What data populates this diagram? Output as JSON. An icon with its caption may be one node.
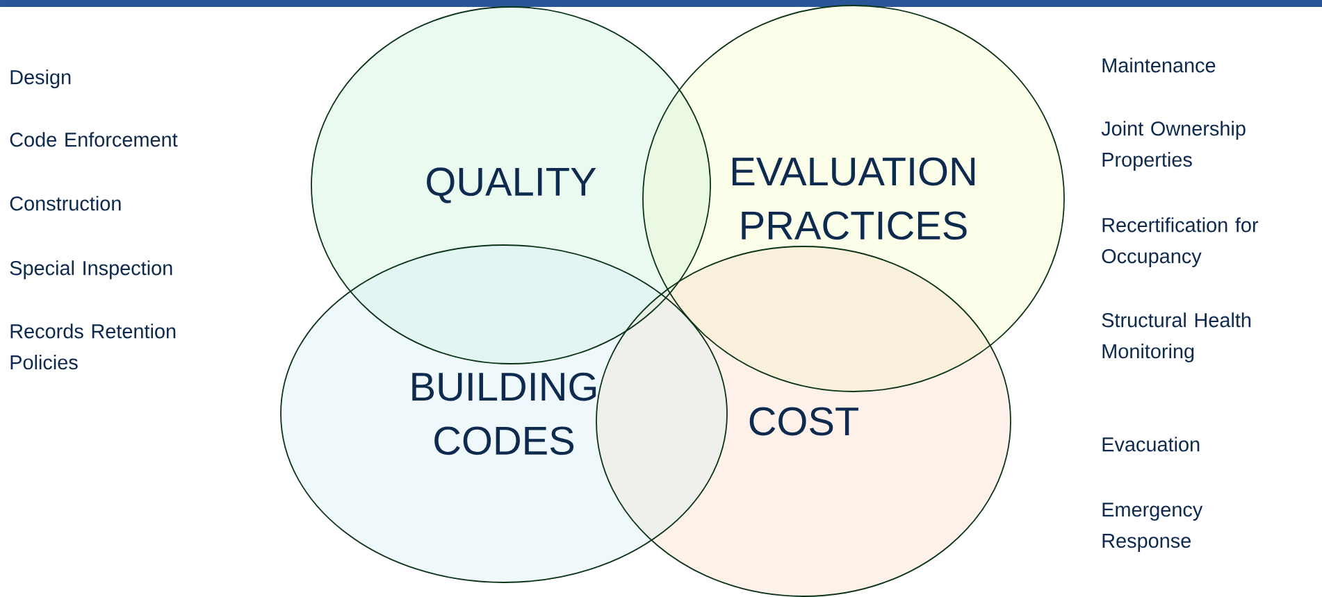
{
  "diagram": {
    "nodes": [
      {
        "text": [
          "QUALITY"
        ]
      },
      {
        "text": [
          "EVALUATION PRACTICES"
        ]
      },
      {
        "text": [
          "BUILDING CODES"
        ]
      },
      {
        "text": [
          "COST"
        ]
      }
    ],
    "labels": [
      "Design",
      "Code Enforcement",
      "Construction",
      "Special Inspection",
      "Records Retention Policies",
      "Maintenance",
      "Joint Ownership Properties",
      "Recertification for Occupancy",
      "Structural Health Monitoring",
      "Evacuation",
      "Emergency Response"
    ]
  }
}
